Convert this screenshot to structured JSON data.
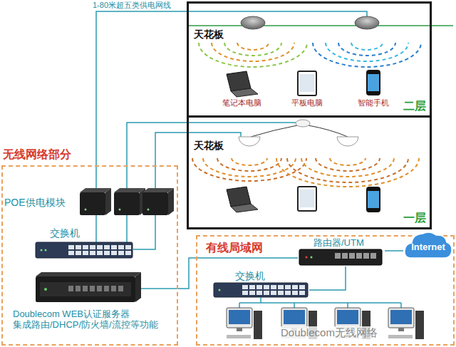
{
  "diagram": {
    "nodes": [
      {
        "text": [
          "天花板",
          "二层"
        ]
      },
      {
        "text": [
          "天花板",
          "一层"
        ]
      },
      {
        "text": [
          "笔记本电脑"
        ],
        "in": 0
      },
      {
        "text": [
          "平板电脑"
        ],
        "in": 0
      },
      {
        "text": [
          "智能手机"
        ],
        "in": 0
      },
      {
        "text": [
          "无线网络部分"
        ]
      },
      {
        "text": [
          "POE供电模块"
        ],
        "in": 5
      },
      {
        "text": [
          "交换机"
        ],
        "in": 5
      },
      {
        "text": [
          "Doublecom WEB认证服务器 集成路由/DHCP/防火墙/流控等功能"
        ],
        "in": 5
      },
      {
        "text": [
          "有线局域网"
        ]
      },
      {
        "text": [
          "路由器/UTM"
        ],
        "in": 9
      },
      {
        "text": [
          "Internet"
        ]
      },
      {
        "text": [
          "交换机"
        ],
        "in": 9
      }
    ],
    "edges": [
      {
        "from": 6,
        "to": 0,
        "label": "1-80米超五类供电网线",
        "arrow": "none"
      },
      {
        "from": 6,
        "to": 1,
        "arrow": "none"
      },
      {
        "from": 6,
        "to": 7,
        "arrow": "none"
      },
      {
        "from": 8,
        "to": 10,
        "arrow": "none"
      },
      {
        "from": 10,
        "to": 11,
        "arrow": "none"
      },
      {
        "from": 10,
        "to": 12,
        "arrow": "none"
      }
    ],
    "labels": [
      "Doublecom无线网络"
    ]
  }
}
